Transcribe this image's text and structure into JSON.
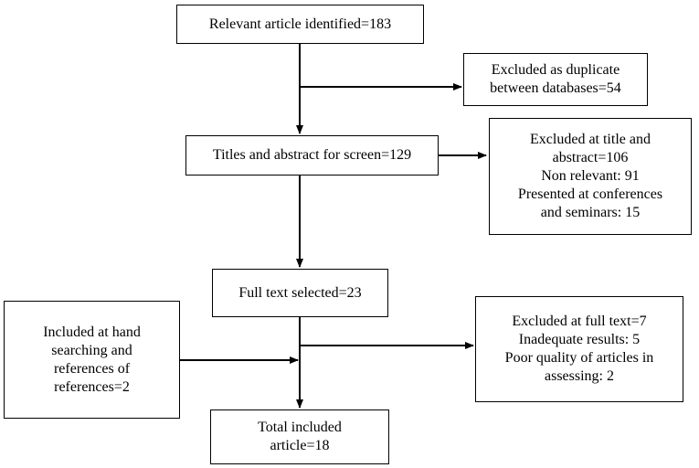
{
  "flow": {
    "identified": "Relevant article identified=183",
    "duplicates": {
      "line1": "Excluded as duplicate",
      "line2": "between databases=54"
    },
    "screened": "Titles and abstract for screen=129",
    "title_abstract_excluded": {
      "line1": "Excluded at title and",
      "line2": "abstract=106",
      "line3": "Non relevant: 91",
      "line4": "Presented at conferences",
      "line5": "and seminars: 15"
    },
    "full_text": "Full text selected=23",
    "hand_search": {
      "line1": "Included at hand",
      "line2": "searching and",
      "line3": "references of",
      "line4": "references=2"
    },
    "full_text_excluded": {
      "line1": "Excluded at full text=7",
      "line2": "Inadequate results: 5",
      "line3": "Poor quality of articles in",
      "line4": "assessing: 2"
    },
    "total": {
      "line1": "Total included",
      "line2": "article=18"
    }
  }
}
